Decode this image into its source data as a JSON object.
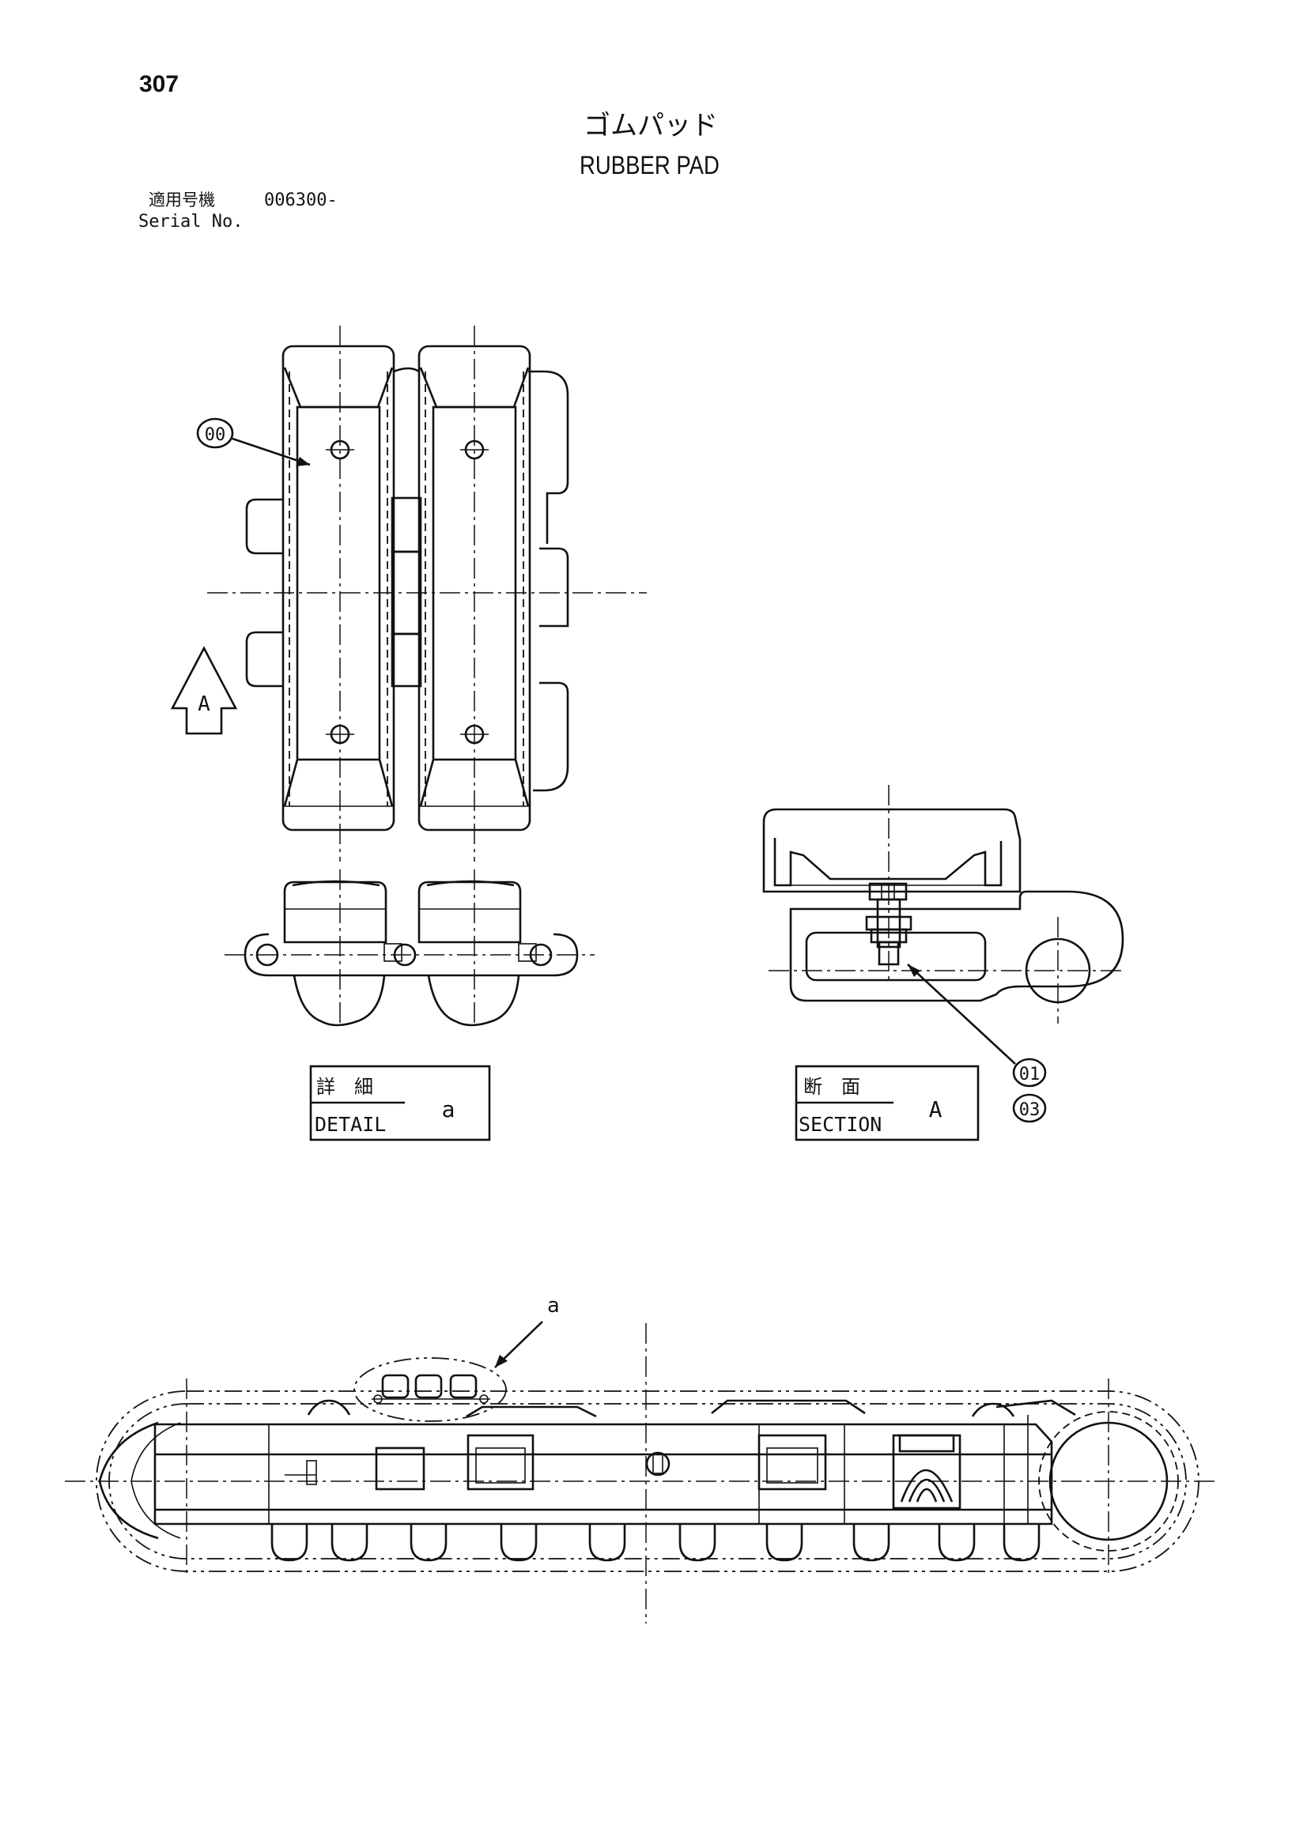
{
  "page_number": "307",
  "title_jp": "ゴムパッド",
  "title_en": "RUBBER PAD",
  "serial_label_jp": "適用号機",
  "serial_value": "006300-",
  "serial_label_en": "Serial No.",
  "callouts": {
    "c00": "00",
    "c01": "01",
    "c03": "03",
    "view_a": "A",
    "detail_ref": "a"
  },
  "detail_box": {
    "label_jp": "詳　細",
    "label_en": "DETAIL",
    "ref": "a"
  },
  "section_box": {
    "label_jp": "断　面",
    "label_en": "SECTION",
    "ref": "A"
  }
}
